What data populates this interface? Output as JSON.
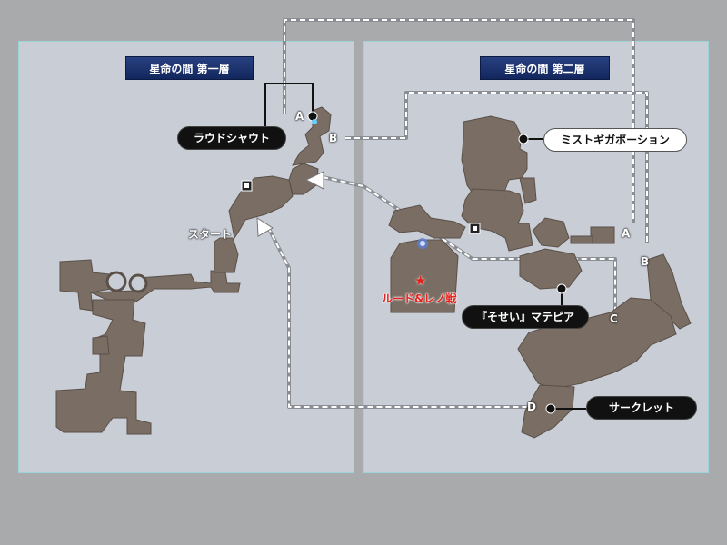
{
  "floors": {
    "first": {
      "title": "星命の間 第一層"
    },
    "second": {
      "title": "星命の間 第二層"
    }
  },
  "callouts": {
    "laud": "ラウドシャウト",
    "mist": "ミストギガポーション",
    "sosei": "『そせい』マテピア",
    "secret": "サークレット"
  },
  "labels": {
    "start": "スタート",
    "boss": "ルード&レノ戦",
    "boss_star": "★"
  },
  "connectors": {
    "a1": "A",
    "b1": "B",
    "a2": "A",
    "b2": "B",
    "c": "C",
    "d": "D"
  },
  "colors": {
    "background": "#a9aaab",
    "panel": "#c9cdd6",
    "panel_border": "#9fd3da",
    "floor_title": "#1a2e6a",
    "terrain": "#7a6e64",
    "route_dashed": "#ffffff",
    "boss_marker": "#e3211c"
  },
  "icons": [
    "save-point-icon",
    "arrow-left-icon",
    "arrow-up-left-icon",
    "boss-star-icon",
    "item-pin-icon"
  ]
}
